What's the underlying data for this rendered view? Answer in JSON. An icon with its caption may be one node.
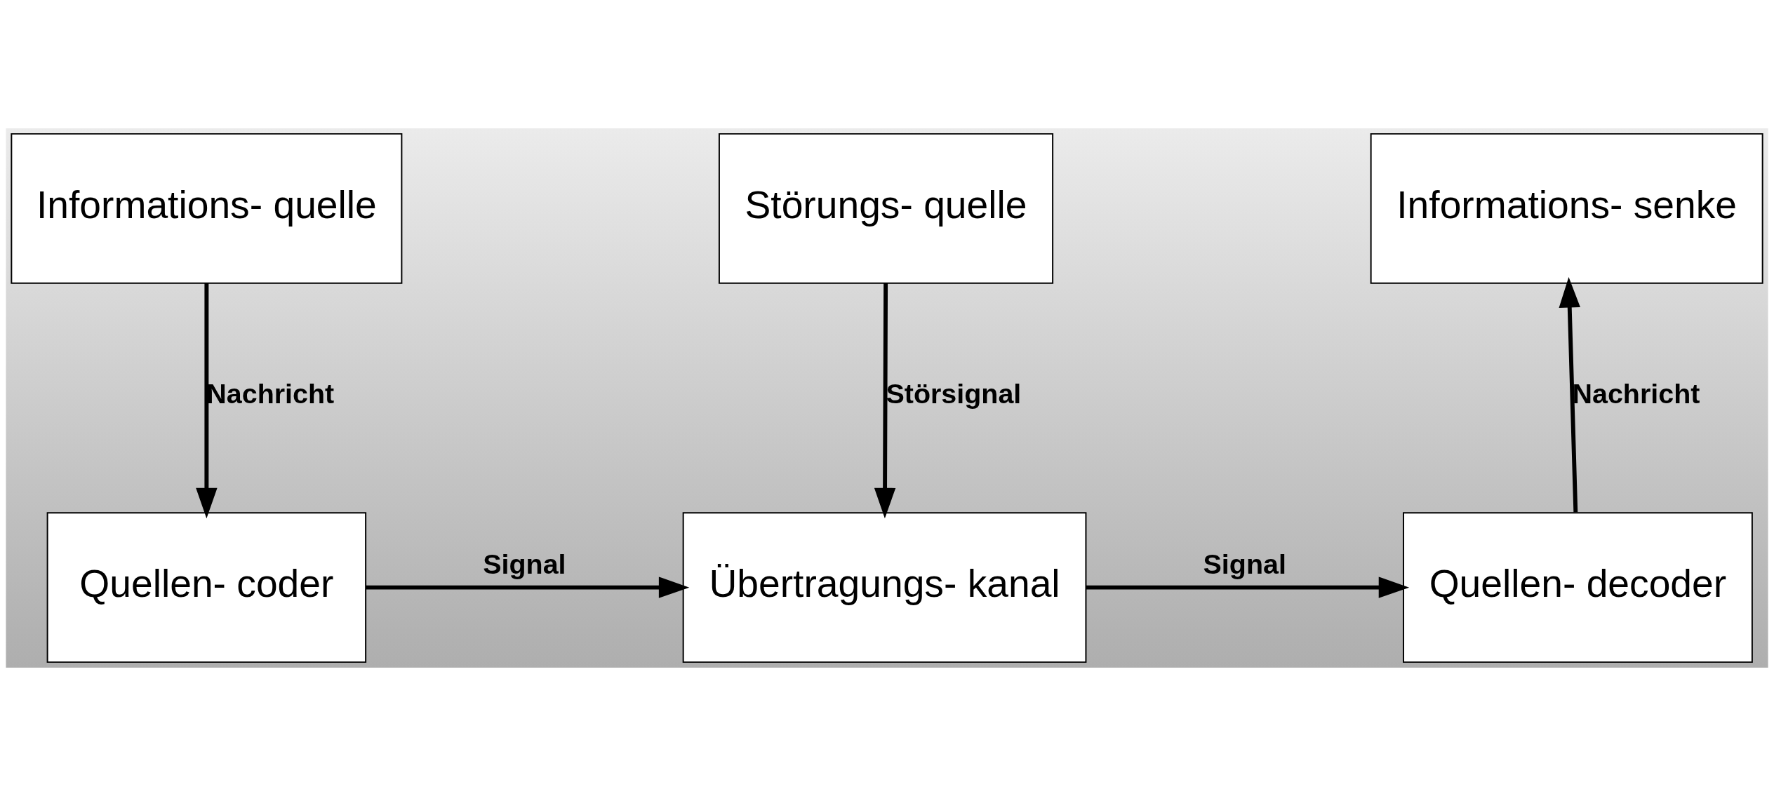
{
  "diagram": {
    "nodes": [
      {
        "text": [
          "Informations- quelle"
        ]
      },
      {
        "text": [
          "Störungs- quelle"
        ]
      },
      {
        "text": [
          "Informations- senke"
        ]
      },
      {
        "text": [
          "Quellen- coder"
        ]
      },
      {
        "text": [
          "Übertragungs- kanal"
        ]
      },
      {
        "text": [
          "Quellen- decoder"
        ]
      }
    ],
    "edges": [
      {
        "from": 0,
        "to": 3,
        "arrow": "to",
        "label": "Nachricht"
      },
      {
        "from": 1,
        "to": 4,
        "arrow": "to",
        "label": "Störsignal"
      },
      {
        "from": 5,
        "to": 2,
        "arrow": "to",
        "label": "Nachricht"
      },
      {
        "from": 3,
        "to": 4,
        "arrow": "to",
        "label": "Signal"
      },
      {
        "from": 4,
        "to": 5,
        "arrow": "to",
        "label": "Signal"
      }
    ]
  }
}
